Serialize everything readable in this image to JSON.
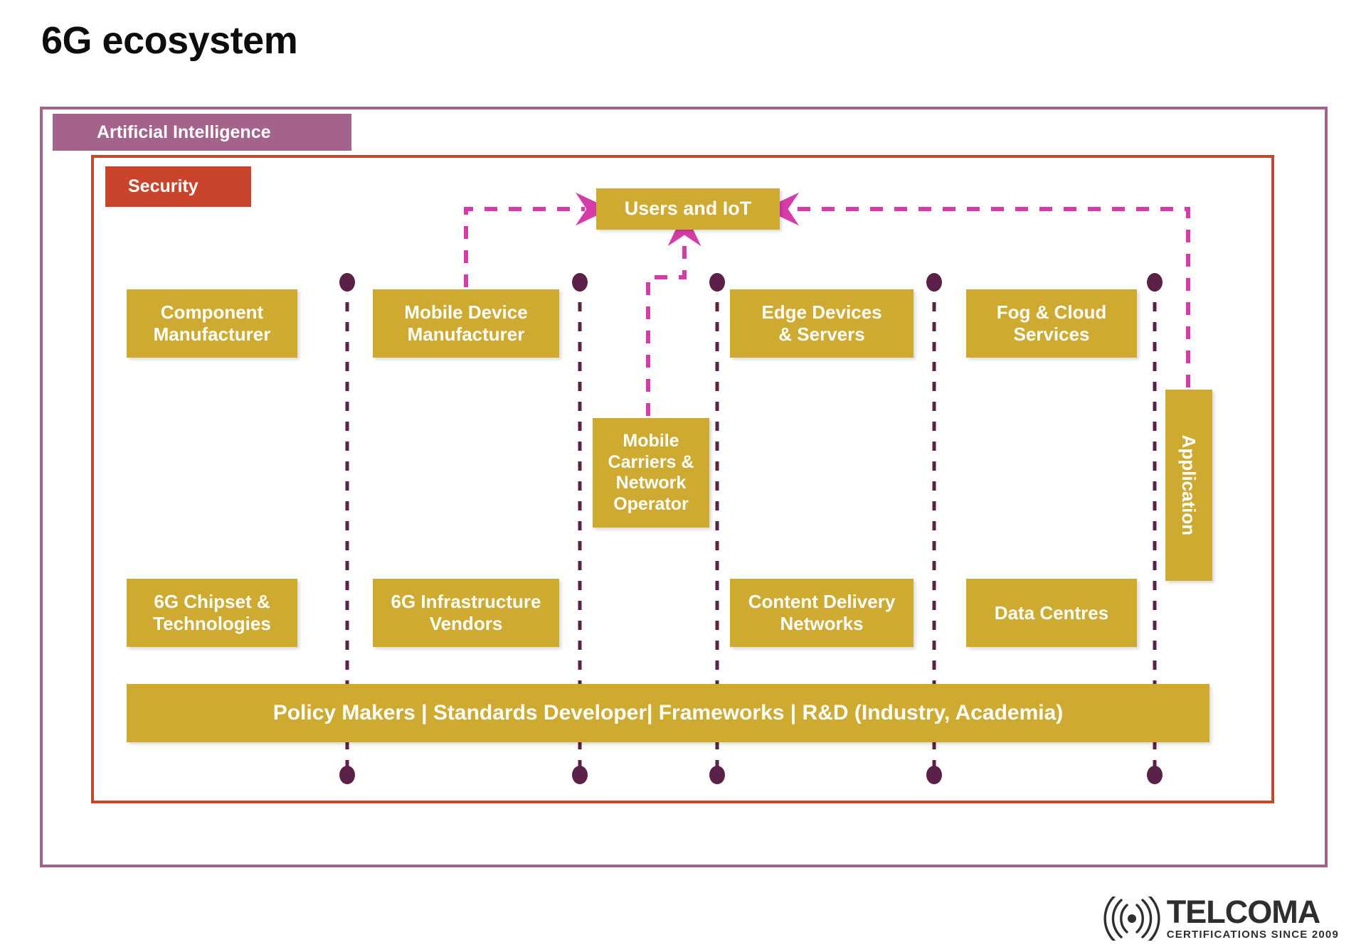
{
  "page": {
    "title": "6G ecosystem",
    "background": "#ffffff"
  },
  "colors": {
    "gold": "#ceaa30",
    "ai_purple": "#a4638a",
    "security_red": "#c9442b",
    "dashed_vertical": "#5c2149",
    "dashed_flow": "#d63ca8",
    "text_dark": "#0d0d0d",
    "box_text": "#ffffff"
  },
  "layers": {
    "ai": {
      "label": "Artificial Intelligence"
    },
    "security": {
      "label": "Security"
    }
  },
  "boxes": {
    "users": "Users and IoT",
    "component_manufacturer": "Component\nManufacturer",
    "component_manufacturer_lines": [
      "Component",
      "Manufacturer"
    ],
    "mobile_device_manufacturer_lines": [
      "Mobile Device",
      "Manufacturer"
    ],
    "edge_devices_lines": [
      "Edge Devices",
      "& Servers"
    ],
    "fog_cloud_lines": [
      "Fog & Cloud",
      "Services"
    ],
    "mobile_carriers_lines": [
      "Mobile",
      "Carriers &",
      "Network",
      "Operator"
    ],
    "application": "Application",
    "chipset_lines": [
      "6G Chipset &",
      "Technologies"
    ],
    "infrastructure_lines": [
      "6G Infrastructure",
      "Vendors"
    ],
    "cdn_lines": [
      "Content Delivery",
      "Networks"
    ],
    "data_centres": "Data Centres",
    "policy_bar": "Policy Makers | Standards Developer| Frameworks | R&D (Industry, Academia)"
  },
  "connectors": {
    "vertical_lane_count": 5,
    "flow_arrows": [
      {
        "from": "Mobile Device Manufacturer",
        "to": "Users and IoT"
      },
      {
        "from": "Mobile Carriers & Network Operator",
        "to": "Users and IoT"
      },
      {
        "from": "Application",
        "to": "Users and IoT"
      }
    ]
  },
  "logo": {
    "icon": "signal-waves-icon",
    "wordmark": "TELCOMA",
    "tagline": "CERTIFICATIONS SINCE 2009"
  }
}
